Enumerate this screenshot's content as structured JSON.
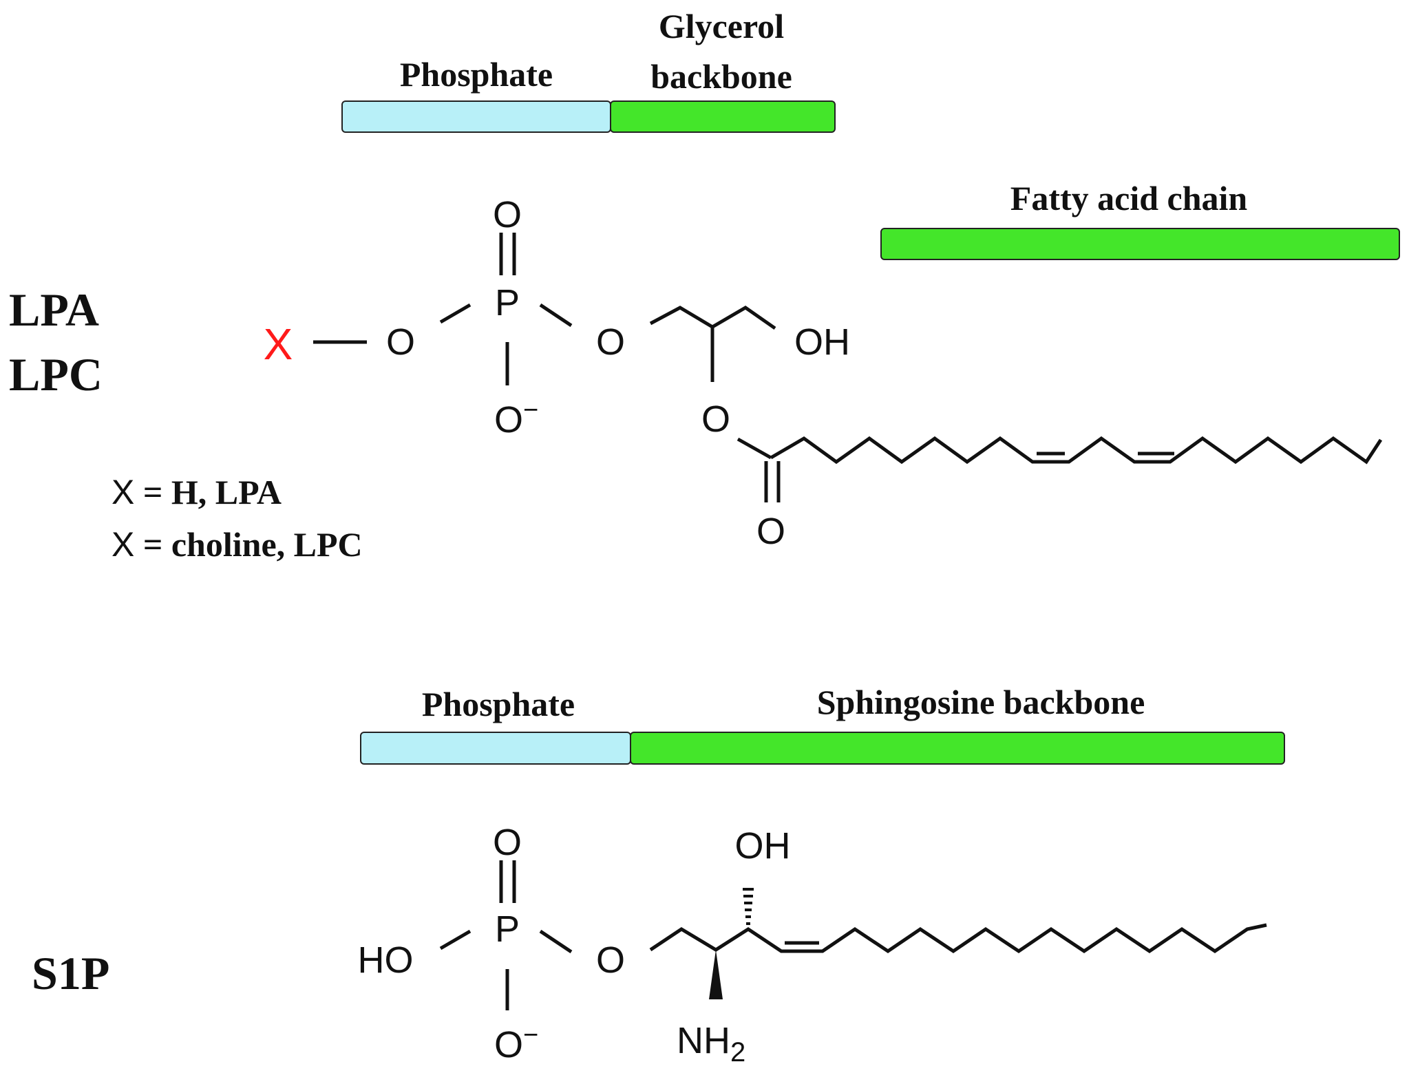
{
  "compounds": {
    "lpa_lpc": {
      "name_line1": "LPA",
      "name_line2": "LPC",
      "region_labels": {
        "phosphate": "Phosphate",
        "glycerol_line1": "Glycerol",
        "glycerol_line2": "backbone",
        "fatty_acid": "Fatty acid chain"
      },
      "definitions": {
        "line1_var": "X",
        "line1_text": " = H, LPA",
        "line2_var": "X",
        "line2_text": " = choline, LPC"
      },
      "atoms": {
        "x_group": "X",
        "o_ester": "O",
        "p": "P",
        "o_double": "O",
        "o_minus": "O",
        "minus_sign": "−",
        "o_glycerol": "O",
        "oh": "OH",
        "o_acyl": "O",
        "o_carbonyl": "O"
      }
    },
    "s1p": {
      "name": "S1P",
      "region_labels": {
        "phosphate": "Phosphate",
        "sphingosine": "Sphingosine backbone"
      },
      "atoms": {
        "ho": "HO",
        "p": "P",
        "o_double": "O",
        "o_minus": "O",
        "minus_sign": "−",
        "o_link": "O",
        "oh": "OH",
        "nh": "NH",
        "nh_sub": "2"
      }
    }
  },
  "colors": {
    "phosphate_bar": "#b8f0f8",
    "backbone_bar": "#44e62a",
    "x_group": "#ff1a1a",
    "text": "#111111"
  }
}
